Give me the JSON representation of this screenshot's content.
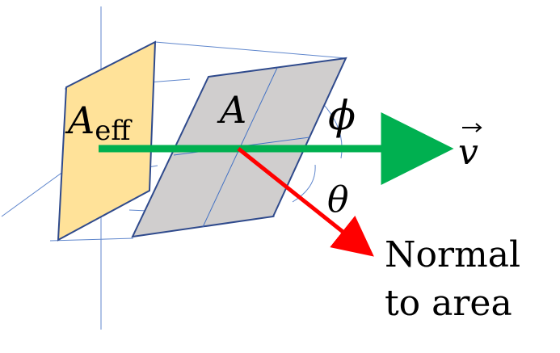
{
  "labels": {
    "a_eff_base": "A",
    "a_eff_sub": "eff",
    "a": "A",
    "phi": "ϕ",
    "v_letter": "v",
    "theta": "θ",
    "normal_line1": "Normal",
    "normal_line2": "to area"
  },
  "colors": {
    "projection_fill": "#FFE299",
    "projection_stroke": "#2F4A8C",
    "plane_fill": "#D0CECE",
    "plane_stroke": "#2F4A8C",
    "guide_line": "#4472C4",
    "velocity_arrow": "#00B050",
    "normal_arrow": "#FF0000"
  }
}
